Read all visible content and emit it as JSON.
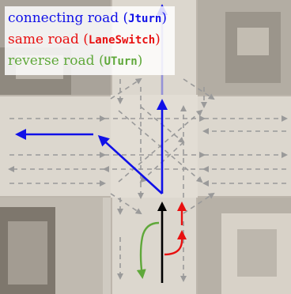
{
  "legend": {
    "connecting": {
      "label": "connecting road (",
      "keyword": "Jturn",
      "close": ")",
      "color": "#1010e8"
    },
    "same": {
      "label": "same road (",
      "keyword": "LaneSwitch",
      "close": ")",
      "color": "#e81010"
    },
    "reverse": {
      "label": "reverse road (",
      "keyword": "UTurn",
      "close": ")",
      "color": "#5fa83a"
    }
  },
  "colors": {
    "lane_arrows": "#9a9a9a",
    "current_lane": "#000000"
  }
}
